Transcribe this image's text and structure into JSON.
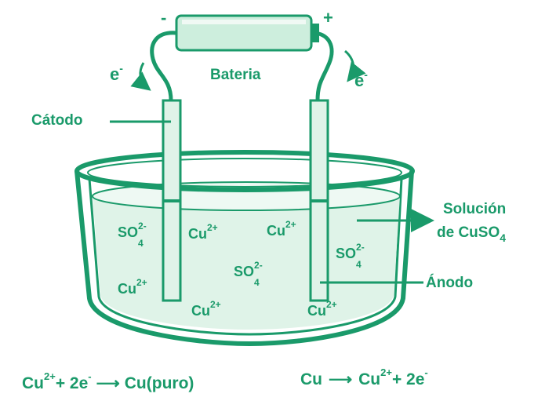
{
  "colors": {
    "primary": "#1a9a6a",
    "solution": "#dff3e8",
    "battery": "#cdeedd",
    "white": "#ffffff"
  },
  "battery": {
    "label": "Bateria",
    "negative": "-",
    "positive": "+"
  },
  "electron": {
    "left": "e",
    "right": "e",
    "charge": "-"
  },
  "cathode": {
    "label": "Cátodo"
  },
  "anode": {
    "label": "Ánodo"
  },
  "solution": {
    "label_line1": "Solución",
    "label_line2_prefix": "de CuSO",
    "label_line2_sub": "4"
  },
  "ions": {
    "so4_left": {
      "base": "SO",
      "sup": "2-",
      "sub": "4"
    },
    "cu_top_left": {
      "base": "Cu",
      "sup": "2+"
    },
    "cu_top_right": {
      "base": "Cu",
      "sup": "2+"
    },
    "so4_right": {
      "base": "SO",
      "sup": "2-",
      "sub": "4"
    },
    "so4_center": {
      "base": "SO",
      "sup": "2-",
      "sub": "4"
    },
    "cu_bottom_left": {
      "base": "Cu",
      "sup": "2+"
    },
    "cu_bottom_center": {
      "base": "Cu",
      "sup": "2+"
    },
    "cu_bottom_right": {
      "base": "Cu",
      "sup": "2+"
    }
  },
  "equations": {
    "cathode": {
      "cu": "Cu",
      "sup": "2+",
      "rest": "+ 2e",
      "e_sup": "-",
      "arrow": "⟶",
      "product": "Cu(puro)"
    },
    "anode": {
      "cu": "Cu",
      "arrow": "⟶",
      "product": "Cu",
      "sup": "2+",
      "rest": "+ 2e",
      "e_sup": "-"
    }
  }
}
